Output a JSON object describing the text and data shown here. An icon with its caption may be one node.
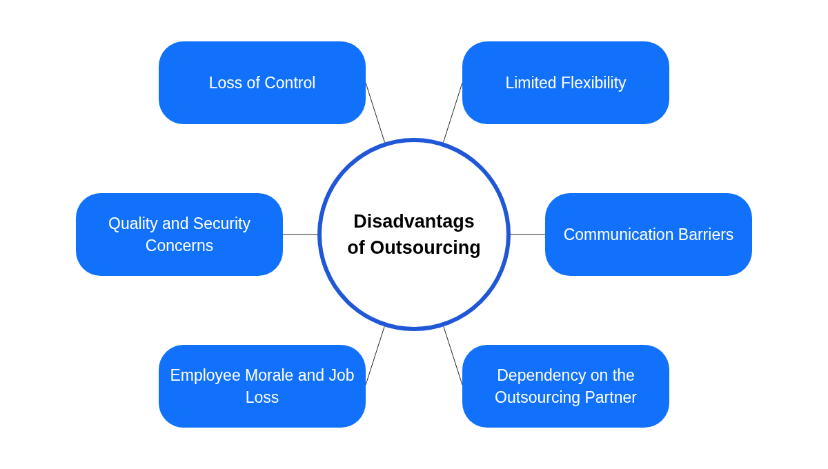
{
  "diagram": {
    "nodes": [
      {
        "text": [
          "Disadvantags of Outsourcing"
        ]
      },
      {
        "text": [
          "Loss of Control"
        ]
      },
      {
        "text": [
          "Limited Flexibility"
        ]
      },
      {
        "text": [
          "Quality and Security Concerns"
        ]
      },
      {
        "text": [
          "Communication Barriers"
        ]
      },
      {
        "text": [
          "Employee Morale and Job Loss"
        ]
      },
      {
        "text": [
          "Dependency on the Outsourcing Partner"
        ]
      }
    ],
    "edges": [
      {
        "from": 0,
        "to": 1,
        "arrow": "none"
      },
      {
        "from": 0,
        "to": 2,
        "arrow": "none"
      },
      {
        "from": 0,
        "to": 3,
        "arrow": "none"
      },
      {
        "from": 0,
        "to": 4,
        "arrow": "none"
      },
      {
        "from": 0,
        "to": 5,
        "arrow": "none"
      },
      {
        "from": 0,
        "to": 6,
        "arrow": "none"
      }
    ]
  }
}
